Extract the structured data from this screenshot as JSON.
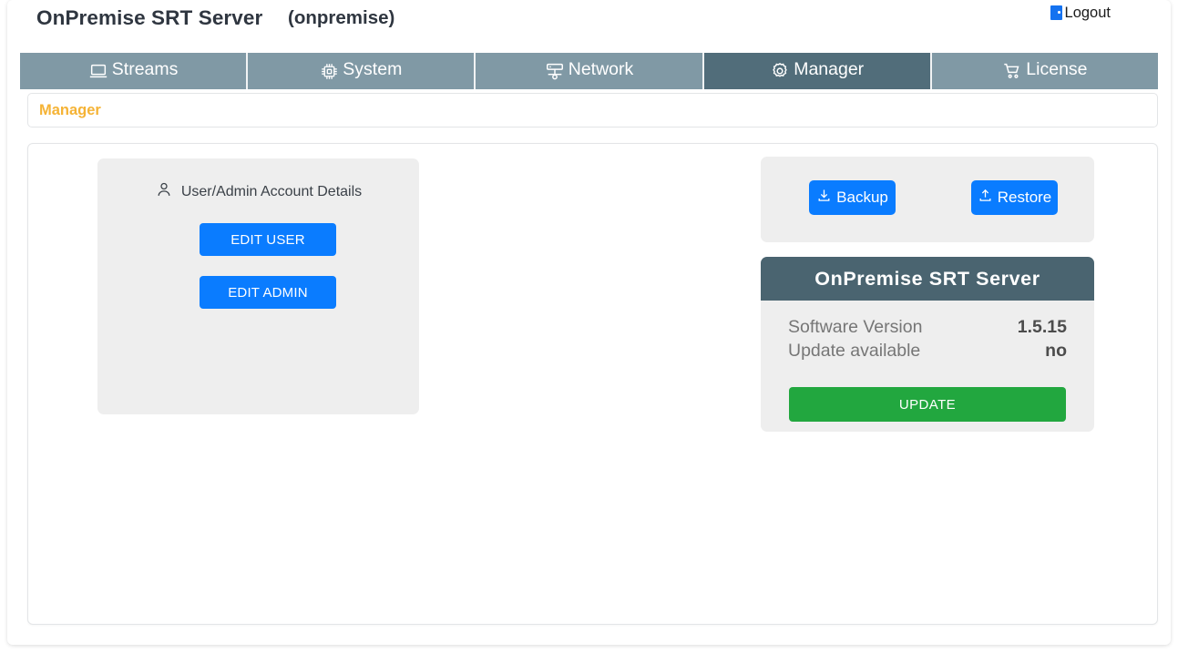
{
  "header": {
    "title": "OnPremise SRT Server",
    "subtitle": "(onpremise)",
    "logout_label": "Logout",
    "logout_icon": "door-icon"
  },
  "nav": {
    "tabs": [
      {
        "label": "Streams",
        "icon": "laptop-icon",
        "active": false
      },
      {
        "label": "System",
        "icon": "cpu-chip-icon",
        "active": false
      },
      {
        "label": "Network",
        "icon": "network-icon",
        "active": false
      },
      {
        "label": "Manager",
        "icon": "gear-icon",
        "active": true
      },
      {
        "label": "License",
        "icon": "cart-icon",
        "active": false
      }
    ]
  },
  "breadcrumb": {
    "items": [
      "Manager"
    ]
  },
  "main": {
    "account_card": {
      "icon": "user-icon",
      "title": "User/Admin Account Details",
      "edit_user_label": "EDIT USER",
      "edit_admin_label": "EDIT ADMIN"
    },
    "backup_card": {
      "backup_label": "Backup",
      "backup_icon": "download-icon",
      "restore_label": "Restore",
      "restore_icon": "upload-icon"
    },
    "version_card": {
      "title": "OnPremise SRT Server",
      "rows": [
        {
          "label": "Software Version",
          "value": "1.5.15"
        },
        {
          "label": "Update available",
          "value": "no"
        }
      ],
      "update_label": "UPDATE"
    }
  },
  "colors": {
    "nav_inactive": "#8099a5",
    "nav_active": "#516d7a",
    "accent_blue": "#0a7cff",
    "accent_green": "#22a73f",
    "breadcrumb_amber": "#f5b335",
    "card_gray": "#eeeeee",
    "version_header": "#4a6470"
  }
}
